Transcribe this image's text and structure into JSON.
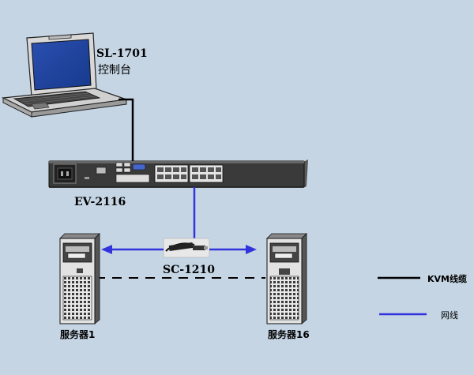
{
  "console": {
    "model": "SL-1701",
    "name": "控制台"
  },
  "kvm_switch": {
    "model": "EV-2116"
  },
  "adapter": {
    "model": "SC-1210"
  },
  "servers": [
    {
      "label": "服务器1"
    },
    {
      "label": "服务器16"
    }
  ],
  "legend": [
    {
      "label": "KVM线缆",
      "color": "#000000",
      "style": "solid"
    },
    {
      "label": "网线",
      "color": "#3333dd",
      "style": "solid"
    }
  ],
  "colors": {
    "background": "#c5d5e4",
    "kvm_cable": "#000000",
    "network_cable": "#3333dd"
  }
}
